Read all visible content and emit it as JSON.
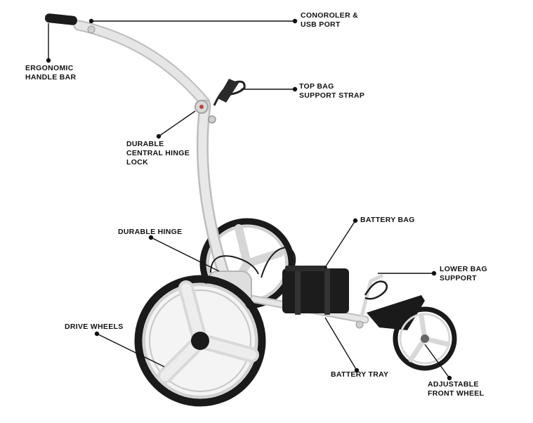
{
  "labels": {
    "controller": {
      "line1": "CONOROLER &",
      "line2": "USB PORT"
    },
    "handle": {
      "line1": "ERGONOMIC",
      "line2": "HANDLE BAR"
    },
    "top_strap": {
      "line1": "TOP BAG",
      "line2": "SUPPORT STRAP"
    },
    "central_hinge": {
      "line1": "DURABLE",
      "line2": "CENTRAL HINGE",
      "line3": "LOCK"
    },
    "battery_bag": {
      "line1": "BATTERY BAG"
    },
    "durable_hinge": {
      "line1": "DURABLE HINGE"
    },
    "lower_support": {
      "line1": "LOWER BAG",
      "line2": "SUPPORT"
    },
    "drive_wheels": {
      "line1": "DRIVE WHEELS"
    },
    "battery_tray": {
      "line1": "BATTERY TRAY"
    },
    "front_wheel": {
      "line1": "ADJUSTABLE",
      "line2": "FRONT WHEEL"
    }
  },
  "colors": {
    "frame": "#e3e3e3",
    "frame_shade": "#b9b9b9",
    "tire": "#1a1a1a",
    "rim": "#dcdcdc",
    "battery_bag": "#1c1c1c",
    "leader": "#111111"
  }
}
